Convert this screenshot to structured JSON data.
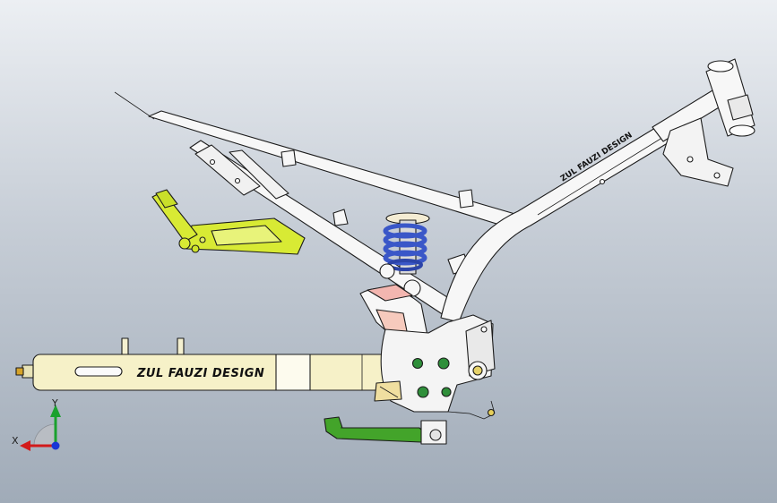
{
  "model": {
    "swingarm_text": "ZUL FAUZI DESIGN",
    "frame_text": "ZUL FAUZI DESIGN"
  },
  "triad": {
    "x_label": "X",
    "y_label": "Y"
  },
  "colors": {
    "frame_white": "#f7f7f7",
    "swingarm_cream": "#f6f1c8",
    "bracket_yellow_green": "#d8ea34",
    "brake_pedal_green": "#43a42a",
    "shock_spring_blue": "#3a57c8",
    "bolt_green": "#2f8f3a",
    "axis_x_red": "#d21a1a",
    "axis_y_green": "#1aa12d",
    "axis_z_blue": "#1a36d6"
  }
}
